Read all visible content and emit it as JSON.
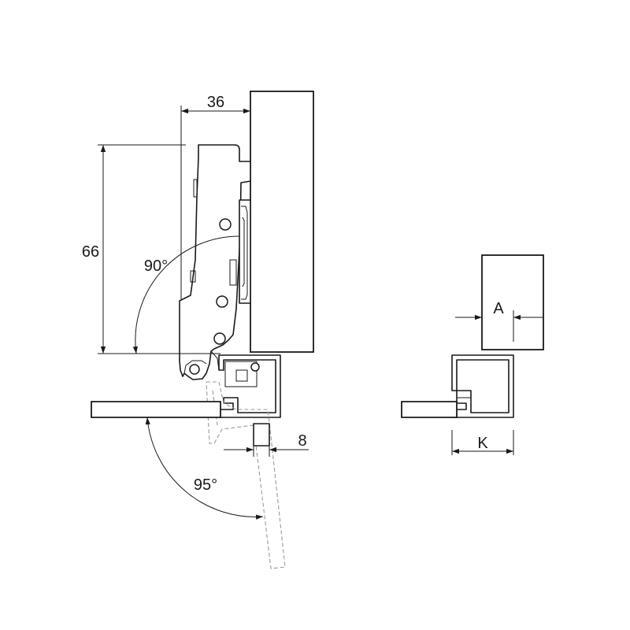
{
  "diagram": {
    "left_view": {
      "dimensions": {
        "width_label": "36",
        "height_label": "66",
        "opening_angle_label": "90°",
        "door_angle_label": "95°",
        "offset_label": "8"
      }
    },
    "right_view": {
      "dimensions": {
        "overlay_label": "A",
        "profile_label": "K"
      }
    }
  }
}
